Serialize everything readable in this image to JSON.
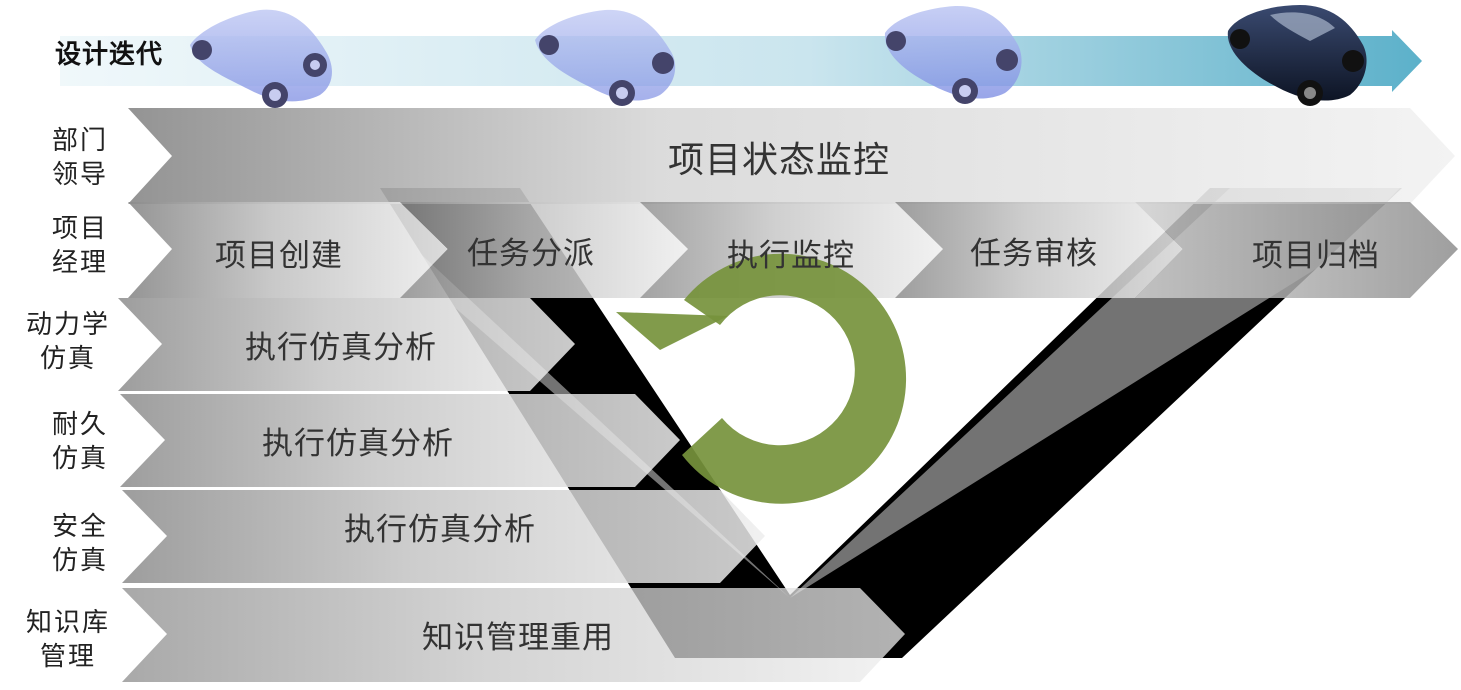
{
  "design_iteration": {
    "label": "设计迭代",
    "arrow_start_color": "#e8f4f8",
    "arrow_end_color": "#4aa8c4",
    "cars": [
      "wireframe-car-icon",
      "wireframe-car-icon",
      "wireframe-car-icon",
      "rendered-car-icon"
    ]
  },
  "roles": [
    {
      "line1": "部门",
      "line2": "领导"
    },
    {
      "line1": "项目",
      "line2": "经理"
    },
    {
      "line1": "动力学",
      "line2": "仿真"
    },
    {
      "line1": "耐久",
      "line2": "仿真"
    },
    {
      "line1": "安全",
      "line2": "仿真"
    },
    {
      "line1": "知识库",
      "line2": "管理"
    }
  ],
  "rows": {
    "leader": "项目状态监控",
    "manager_steps": [
      "项目创建",
      "任务分派",
      "执行监控",
      "任务审核",
      "项目归档"
    ],
    "dynamics": "执行仿真分析",
    "durability": "执行仿真分析",
    "safety": "执行仿真分析",
    "knowledge": "知识管理重用"
  },
  "colors": {
    "cycle_arrow": "#76923c",
    "v_shape": "#000000",
    "chevron_dark": "#8a8a8a",
    "chevron_light": "#ececec"
  }
}
